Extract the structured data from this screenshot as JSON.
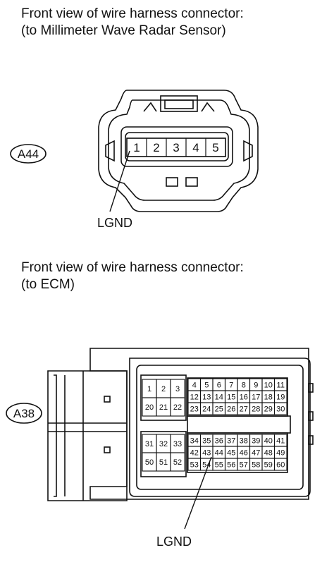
{
  "connector_a44": {
    "caption_line1": "Front view of wire harness connector:",
    "caption_line2": "(to Millimeter Wave Radar Sensor)",
    "tag": "A44",
    "pins": [
      "1",
      "2",
      "3",
      "4",
      "5"
    ],
    "callout": "LGND"
  },
  "connector_a38": {
    "caption_line1": "Front view of wire harness connector:",
    "caption_line2": "(to ECM)",
    "tag": "A38",
    "callout": "LGND",
    "left_top_pins": [
      [
        "1",
        "2",
        "3"
      ],
      [
        "20",
        "21",
        "22"
      ]
    ],
    "left_bottom_pins": [
      [
        "31",
        "32",
        "33"
      ],
      [
        "50",
        "51",
        "52"
      ]
    ],
    "right_top_pins": [
      [
        "4",
        "5",
        "6",
        "7",
        "8",
        "9",
        "10",
        "11"
      ],
      [
        "12",
        "13",
        "14",
        "15",
        "16",
        "17",
        "18",
        "19"
      ],
      [
        "23",
        "24",
        "25",
        "26",
        "27",
        "28",
        "29",
        "30"
      ]
    ],
    "right_bottom_pins": [
      [
        "34",
        "35",
        "36",
        "37",
        "38",
        "39",
        "40",
        "41"
      ],
      [
        "42",
        "43",
        "44",
        "45",
        "46",
        "47",
        "48",
        "49"
      ],
      [
        "53",
        "54",
        "55",
        "56",
        "57",
        "58",
        "59",
        "60"
      ]
    ]
  }
}
